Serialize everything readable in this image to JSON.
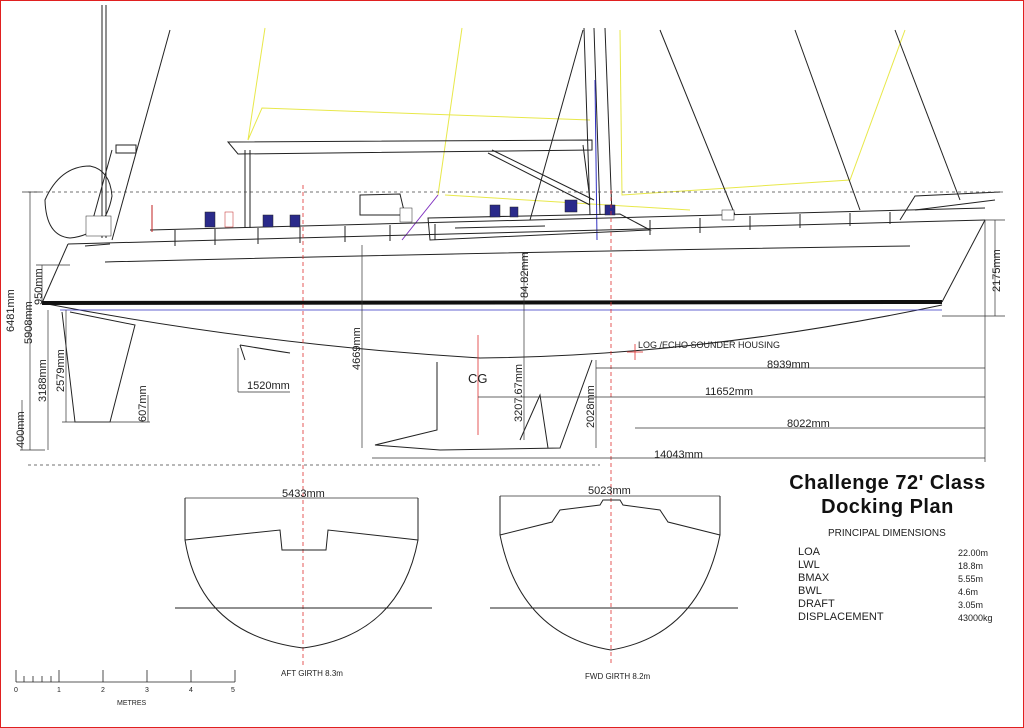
{
  "title": {
    "line1": "Challenge  72'  Class",
    "line2": "Docking  Plan"
  },
  "principal_dimensions_heading": "PRINCIPAL DIMENSIONS",
  "specs": [
    {
      "label": "LOA",
      "value": "22.00m"
    },
    {
      "label": "LWL",
      "value": "18.8m"
    },
    {
      "label": "BMAX",
      "value": "5.55m"
    },
    {
      "label": "BWL",
      "value": "4.6m"
    },
    {
      "label": "DRAFT",
      "value": "3.05m"
    },
    {
      "label": "DISPLACEMENT",
      "value": "43000kg"
    }
  ],
  "dimensions": {
    "d6481": "6481mm",
    "d5908": "5908mm",
    "d950": "950mm",
    "d3188": "3188mm",
    "d2579": "2579mm",
    "d400": "400mm",
    "d607": "607mm",
    "d1520": "1520mm",
    "d4669": "4669mm",
    "d84": "84.82mm",
    "d3207": "3207.67mm",
    "d2028": "2028mm",
    "d2175": "2175mm",
    "d8939": "8939mm",
    "d11652": "11652mm",
    "d8022": "8022mm",
    "d14043": "14043mm",
    "d5433": "5433mm",
    "d5023": "5023mm"
  },
  "labels": {
    "log": "LOG /ECHO SOUNDER HOUSING",
    "cg": "CG",
    "aft_girth": "AFT GIRTH 8.3m",
    "fwd_girth": "FWD GIRTH 8.2m",
    "scale_unit": "METRES"
  },
  "scale_ticks": [
    "0",
    "1",
    "2",
    "3",
    "4",
    "5"
  ],
  "colors": {
    "frame": "#e02020",
    "line": "#222222",
    "sail": "#e8e84a",
    "section_line": "#e03030",
    "rigging_blue": "#3030c0"
  }
}
